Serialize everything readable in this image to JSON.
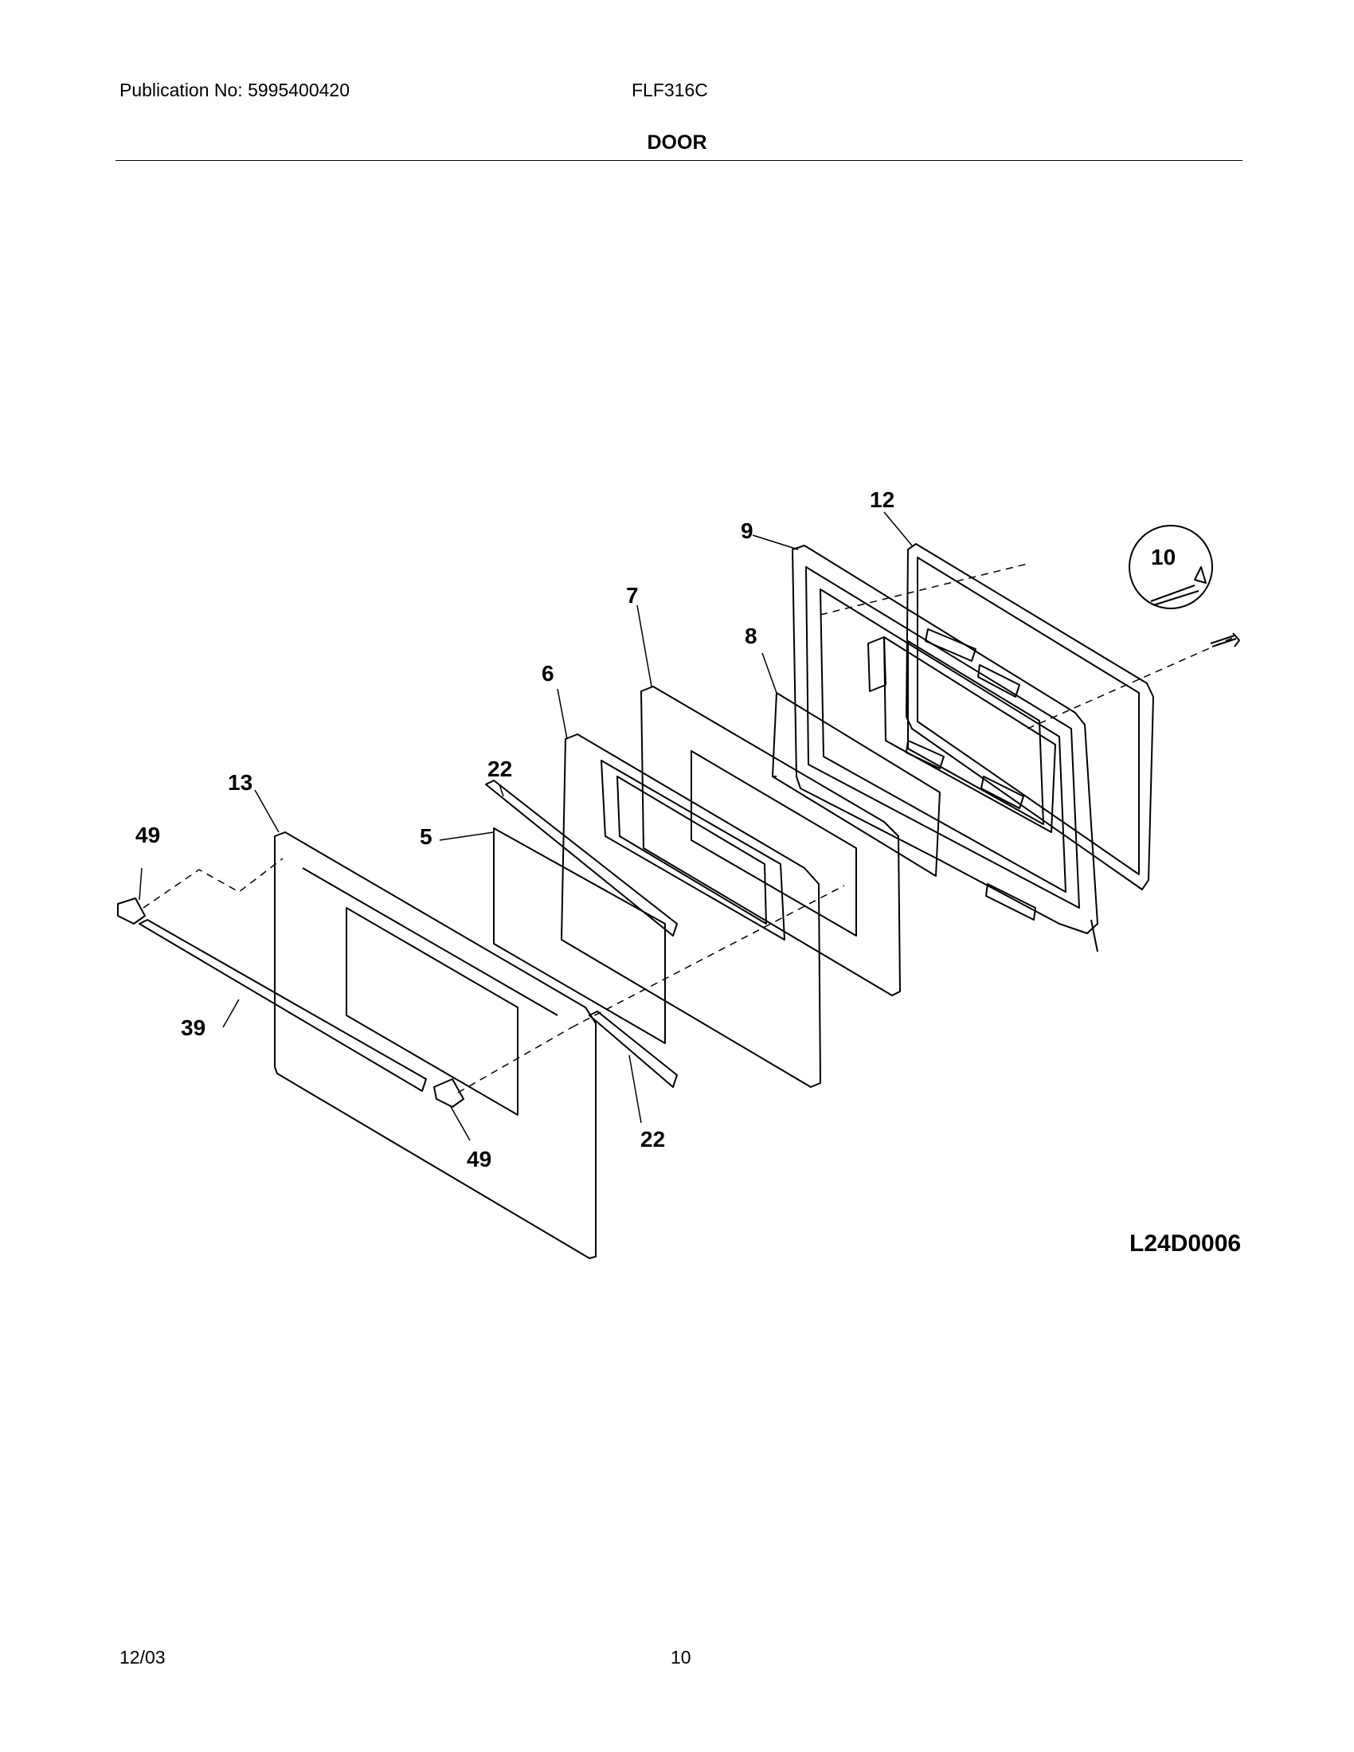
{
  "header": {
    "publication": "Publication No: 5995400420",
    "model": "FLF316C",
    "section_title": "DOOR"
  },
  "diagram": {
    "id": "L24D0006",
    "callouts": [
      {
        "key": "c12",
        "label": "12"
      },
      {
        "key": "c9",
        "label": "9"
      },
      {
        "key": "c10",
        "label": "10"
      },
      {
        "key": "c7",
        "label": "7"
      },
      {
        "key": "c8",
        "label": "8"
      },
      {
        "key": "c6",
        "label": "6"
      },
      {
        "key": "c22a",
        "label": "22"
      },
      {
        "key": "c13",
        "label": "13"
      },
      {
        "key": "c49a",
        "label": "49"
      },
      {
        "key": "c5",
        "label": "5"
      },
      {
        "key": "c39",
        "label": "39"
      },
      {
        "key": "c22b",
        "label": "22"
      },
      {
        "key": "c49b",
        "label": "49"
      }
    ]
  },
  "footer": {
    "date": "12/03",
    "page": "10"
  }
}
